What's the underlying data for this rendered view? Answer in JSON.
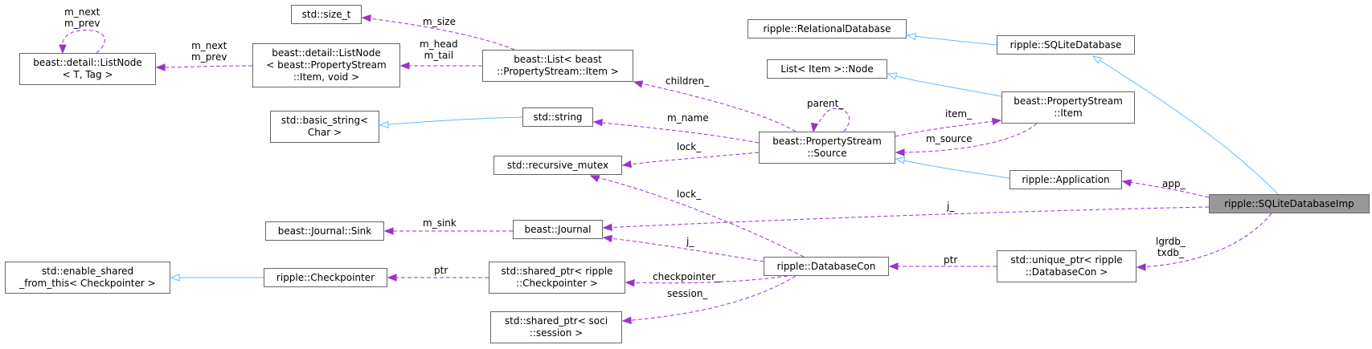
{
  "colors": {
    "usage": "#9a32cd",
    "inheritance": "#63b8ff",
    "node_border": "#666666",
    "selected_fill": "#999999"
  },
  "nodes": {
    "sqlite_database_imp": [
      "ripple::SQLiteDatabaseImp"
    ],
    "sqlite_database": [
      "ripple::SQLiteDatabase"
    ],
    "relational_database": [
      "ripple::RelationalDatabase"
    ],
    "application": [
      "ripple::Application"
    ],
    "property_stream_item": [
      "beast::PropertyStream",
      "::Item"
    ],
    "list_node_item": [
      "List< Item >::Node"
    ],
    "property_stream_source": [
      "beast::PropertyStream",
      "::Source"
    ],
    "list_property_item": [
      "beast::List< beast",
      "::PropertyStream::Item >"
    ],
    "detail_list_node_item": [
      "beast::detail::ListNode",
      "< beast::PropertyStream",
      "::Item, void >"
    ],
    "detail_list_node_t": [
      "beast::detail::ListNode",
      "< T, Tag >"
    ],
    "size_t": [
      "std::size_t"
    ],
    "std_string": [
      "std::string"
    ],
    "basic_string": [
      "std::basic_string<",
      "Char >"
    ],
    "recursive_mutex": [
      "std::recursive_mutex"
    ],
    "journal": [
      "beast::Journal"
    ],
    "journal_sink": [
      "beast::Journal::Sink"
    ],
    "database_con": [
      "ripple::DatabaseCon"
    ],
    "unique_ptr_dbcon": [
      "std::unique_ptr< ripple",
      "::DatabaseCon >"
    ],
    "shared_ptr_checkpointer": [
      "std::shared_ptr< ripple",
      "::Checkpointer >"
    ],
    "checkpointer": [
      "ripple::Checkpointer"
    ],
    "enable_shared": [
      "std::enable_shared",
      "_from_this< Checkpointer >"
    ],
    "shared_ptr_session": [
      "std::shared_ptr< soci",
      "::session >"
    ]
  },
  "edge_labels": {
    "app": [
      "app_"
    ],
    "j_imp": [
      "j_"
    ],
    "lgrdb": [
      "lgrdb_",
      "txdb_"
    ],
    "ptr_dbcon": [
      "ptr"
    ],
    "lock_dbcon": [
      "lock_"
    ],
    "j_dbcon": [
      "j_"
    ],
    "checkpointer": [
      "checkpointer_"
    ],
    "session": [
      "session_"
    ],
    "ptr_ckpt": [
      "ptr"
    ],
    "m_sink": [
      "m_sink"
    ],
    "children": [
      "children_"
    ],
    "m_name": [
      "m_name"
    ],
    "lock_src": [
      "lock_"
    ],
    "parent": [
      "parent_"
    ],
    "item": [
      "item_"
    ],
    "m_source": [
      "m_source"
    ],
    "m_size": [
      "m_size"
    ],
    "m_head_tail": [
      "m_head",
      "m_tail"
    ],
    "m_next_prev": [
      "m_next",
      "m_prev"
    ],
    "m_next_prev_self": [
      "m_next",
      "m_prev"
    ]
  }
}
